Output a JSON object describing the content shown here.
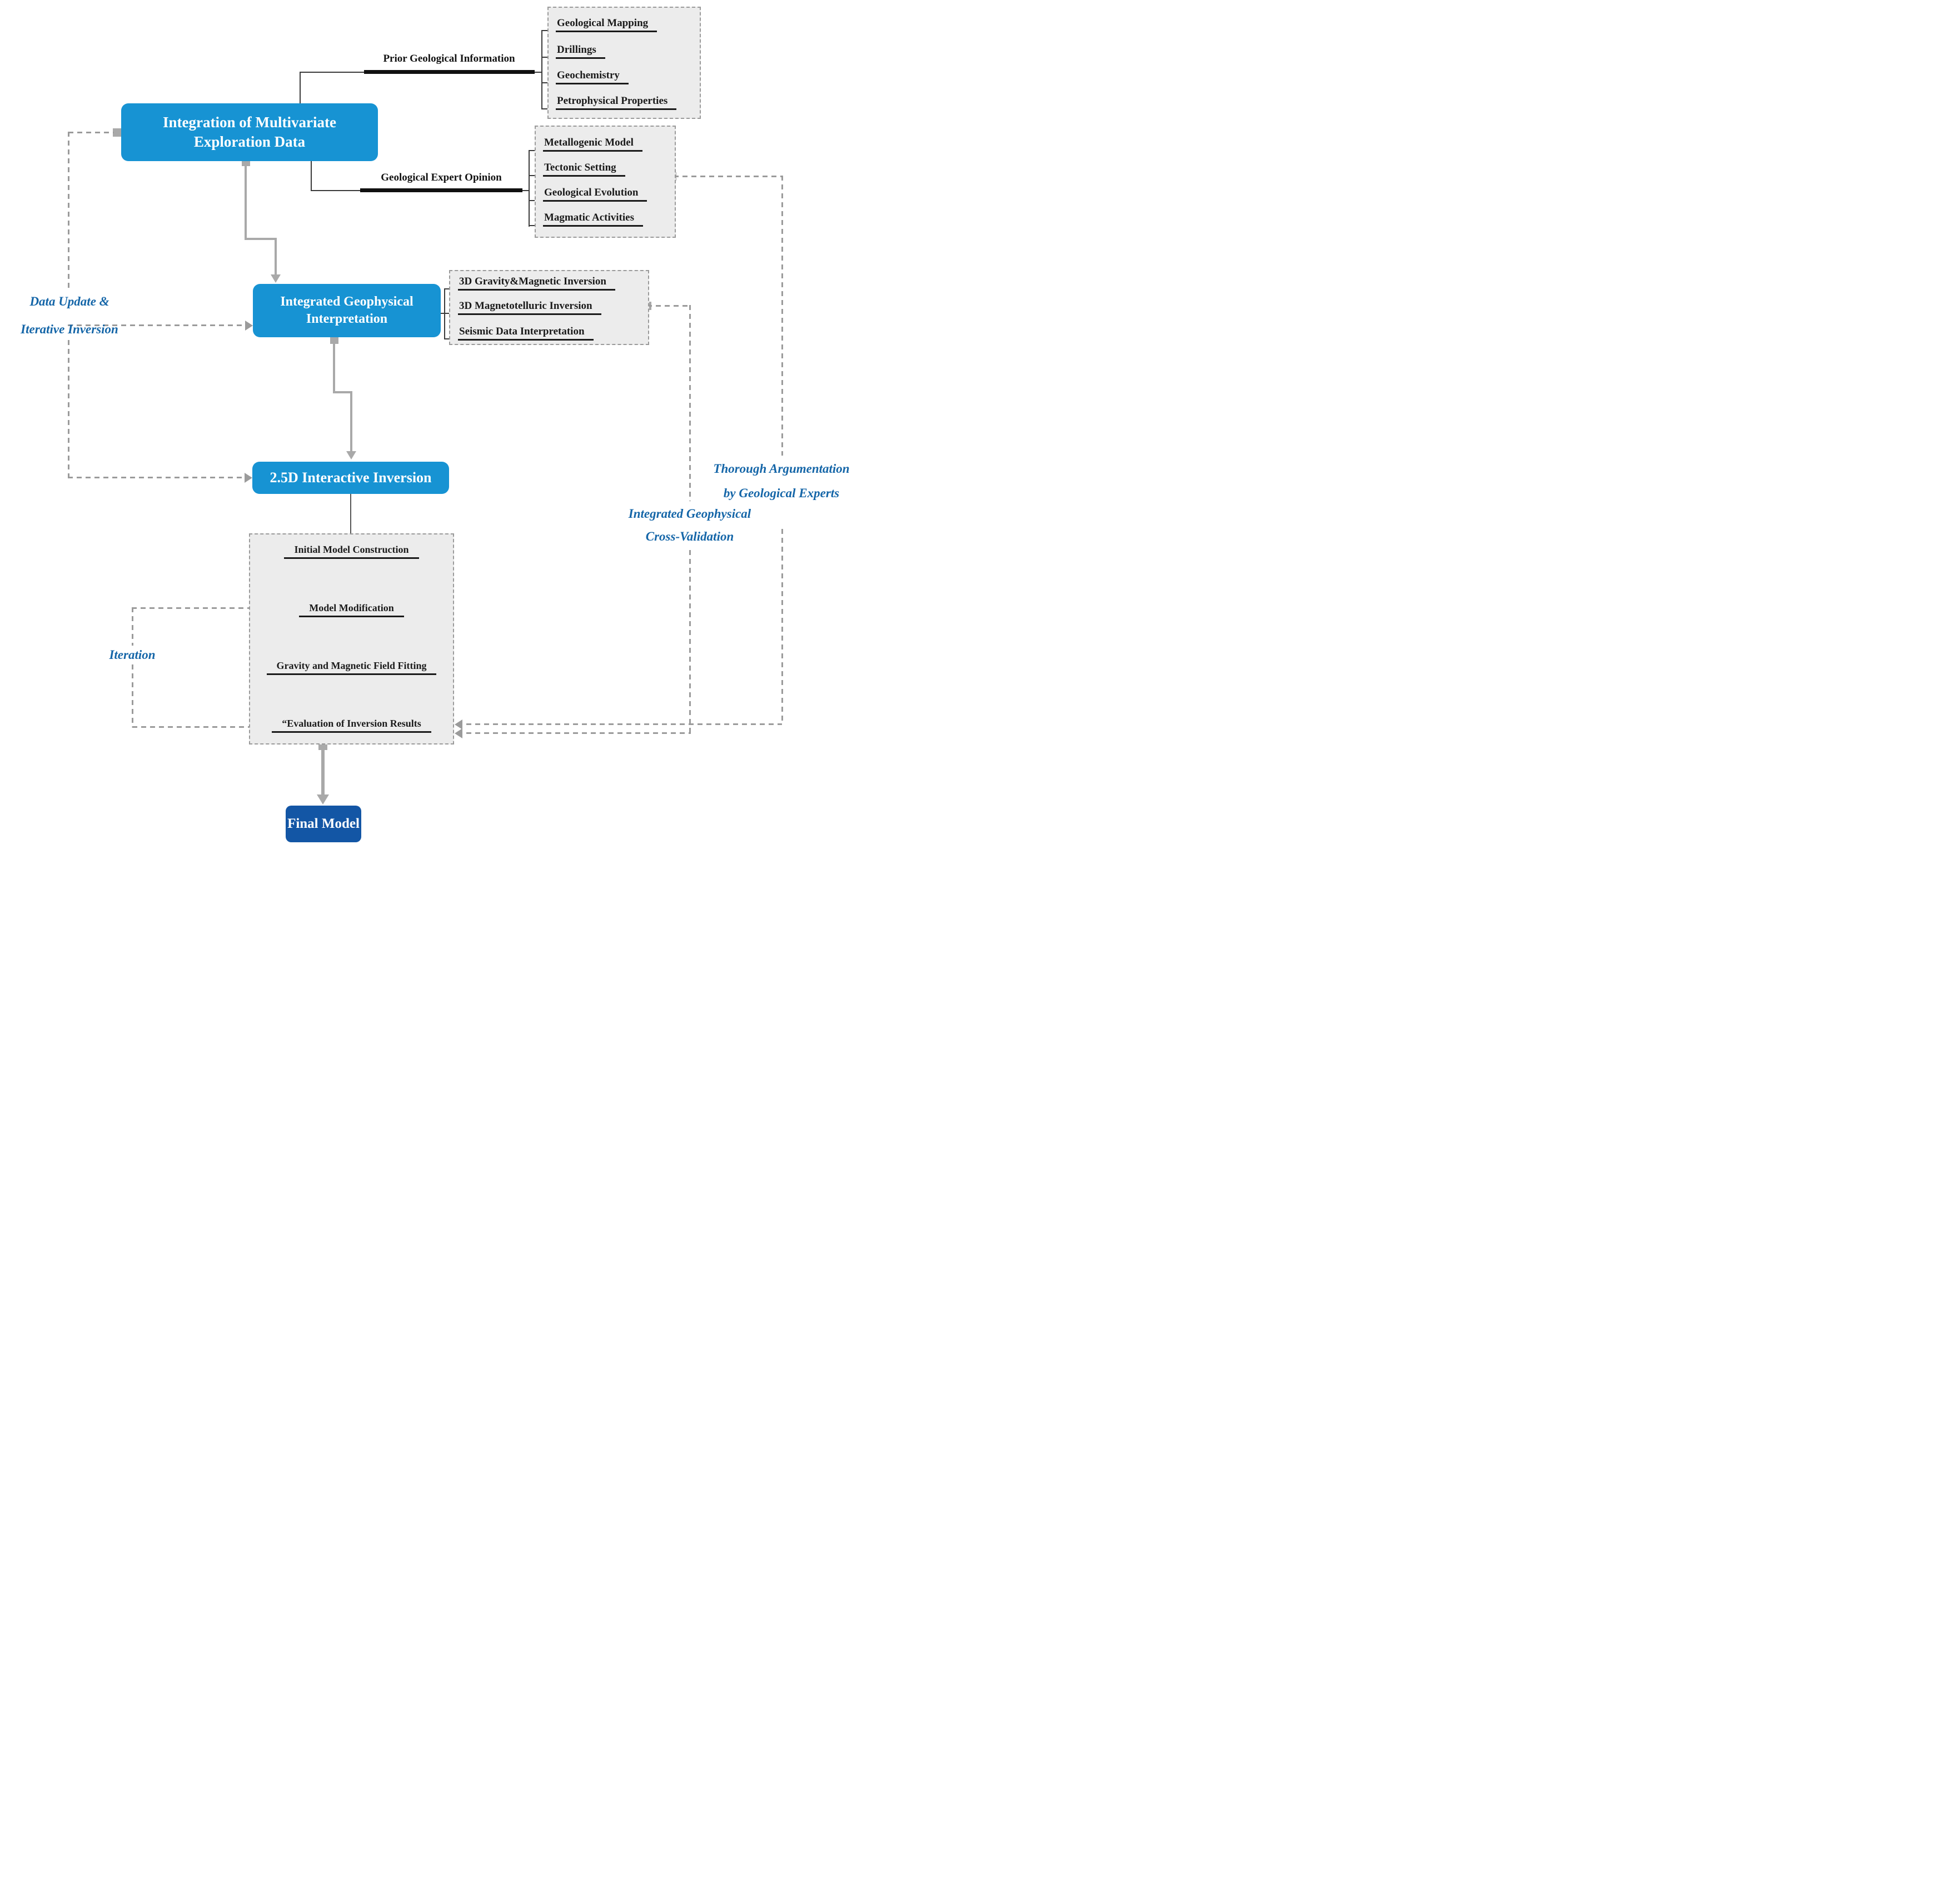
{
  "diagram": {
    "nodes": {
      "integration": "Integration of Multivariate Exploration Data",
      "interpretation": "Integrated Geophysical Interpretation",
      "inversion_25d": "2.5D Interactive Inversion",
      "final_model": "Final Model"
    },
    "branches": {
      "prior": {
        "label": "Prior Geological Information",
        "items": [
          "Geological Mapping",
          "Drillings",
          "Geochemistry",
          "Petrophysical Properties"
        ]
      },
      "expert": {
        "label": "Geological Expert Opinion",
        "items": [
          "Metallogenic Model",
          "Tectonic Setting",
          "Geological Evolution",
          "Magmatic Activities"
        ]
      },
      "geophysics": {
        "items": [
          "3D Gravity&Magnetic Inversion",
          "3D Magnetotelluric Inversion",
          "Seismic Data Interpretation"
        ]
      }
    },
    "workflow": {
      "items": [
        "Initial Model Construction",
        "Model Modification",
        "Gravity and Magnetic Field Fitting",
        "“Evaluation of Inversion Results"
      ]
    },
    "annotations": {
      "data_update": "Data Update &\nIterative Inversion",
      "iteration": "Iteration",
      "thorough_argumentation": "Thorough Argumentation\nby Geological Experts",
      "cross_validation": "Integrated Geophysical\nCross-Validation"
    },
    "colors": {
      "node_blue": "#1793d3",
      "final_blue": "#1356a5",
      "annotation_blue": "#1566a8",
      "connector_gray": "#a9a9a9",
      "group_bg": "#ececec"
    }
  }
}
